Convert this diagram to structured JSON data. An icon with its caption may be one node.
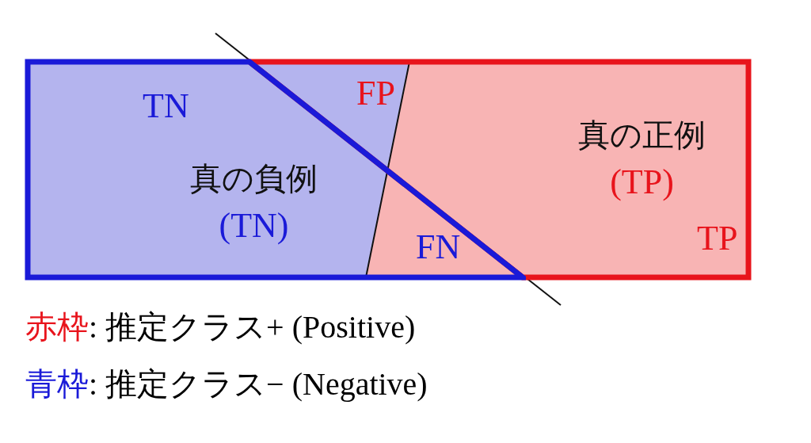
{
  "diagram": {
    "nodes": [
      {
        "text": [
          "TN",
          "真の負例 (TN)",
          "FN"
        ]
      },
      {
        "text": [
          "FP",
          "真の正例 (TP)",
          "TP"
        ]
      }
    ],
    "legend": [
      {
        "text": "赤枠: 推定クラス+ (Positive)",
        "color": "#e8141c"
      },
      {
        "text": "青枠: 推定クラス− (Negative)",
        "color": "#1a1ad8"
      }
    ]
  }
}
